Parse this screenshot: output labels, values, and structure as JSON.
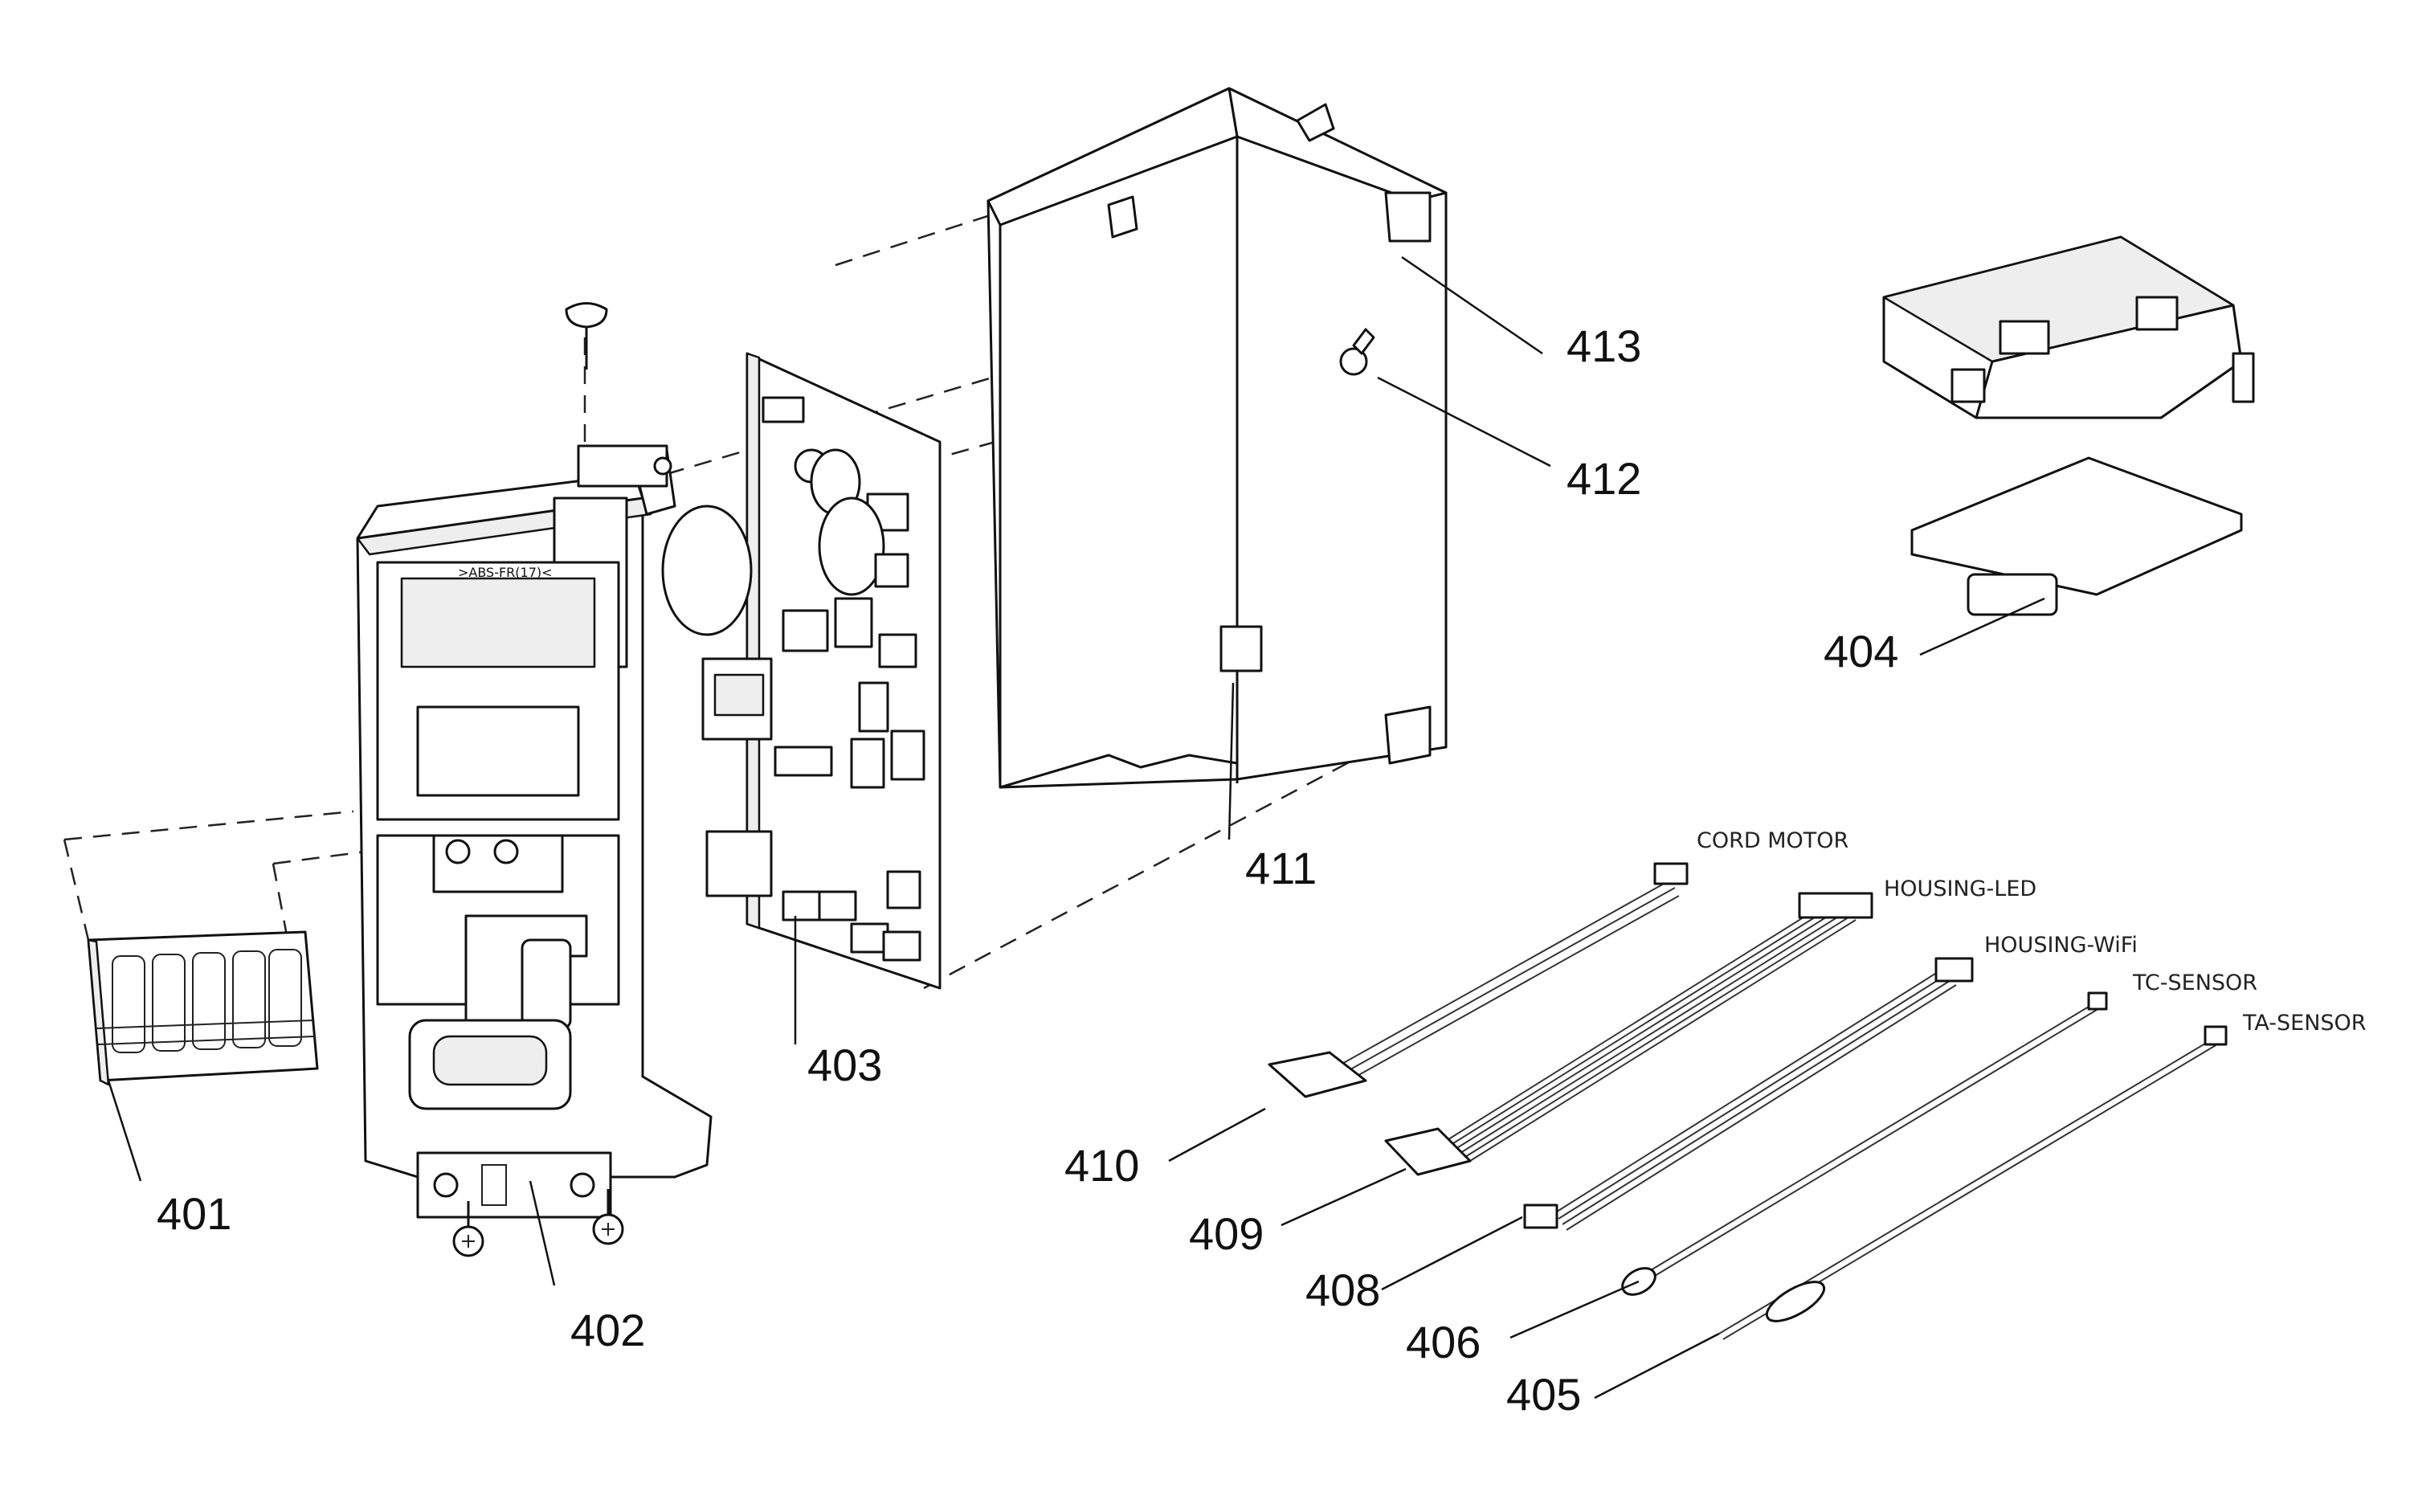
{
  "diagram": {
    "part_numbers": {
      "p401": "401",
      "p402": "402",
      "p403": "403",
      "p404": "404",
      "p405": "405",
      "p406": "406",
      "p408": "408",
      "p409": "409",
      "p410": "410",
      "p411": "411",
      "p412": "412",
      "p413": "413"
    },
    "wire_labels": {
      "cord_motor": "CORD MOTOR",
      "housing_led": "HOUSING-LED",
      "housing_wifi": "HOUSING-WiFi",
      "tc_sensor": "TC-SENSOR",
      "ta_sensor": "TA-SENSOR"
    },
    "stamp_text": ">ABS-FR(17)<"
  }
}
